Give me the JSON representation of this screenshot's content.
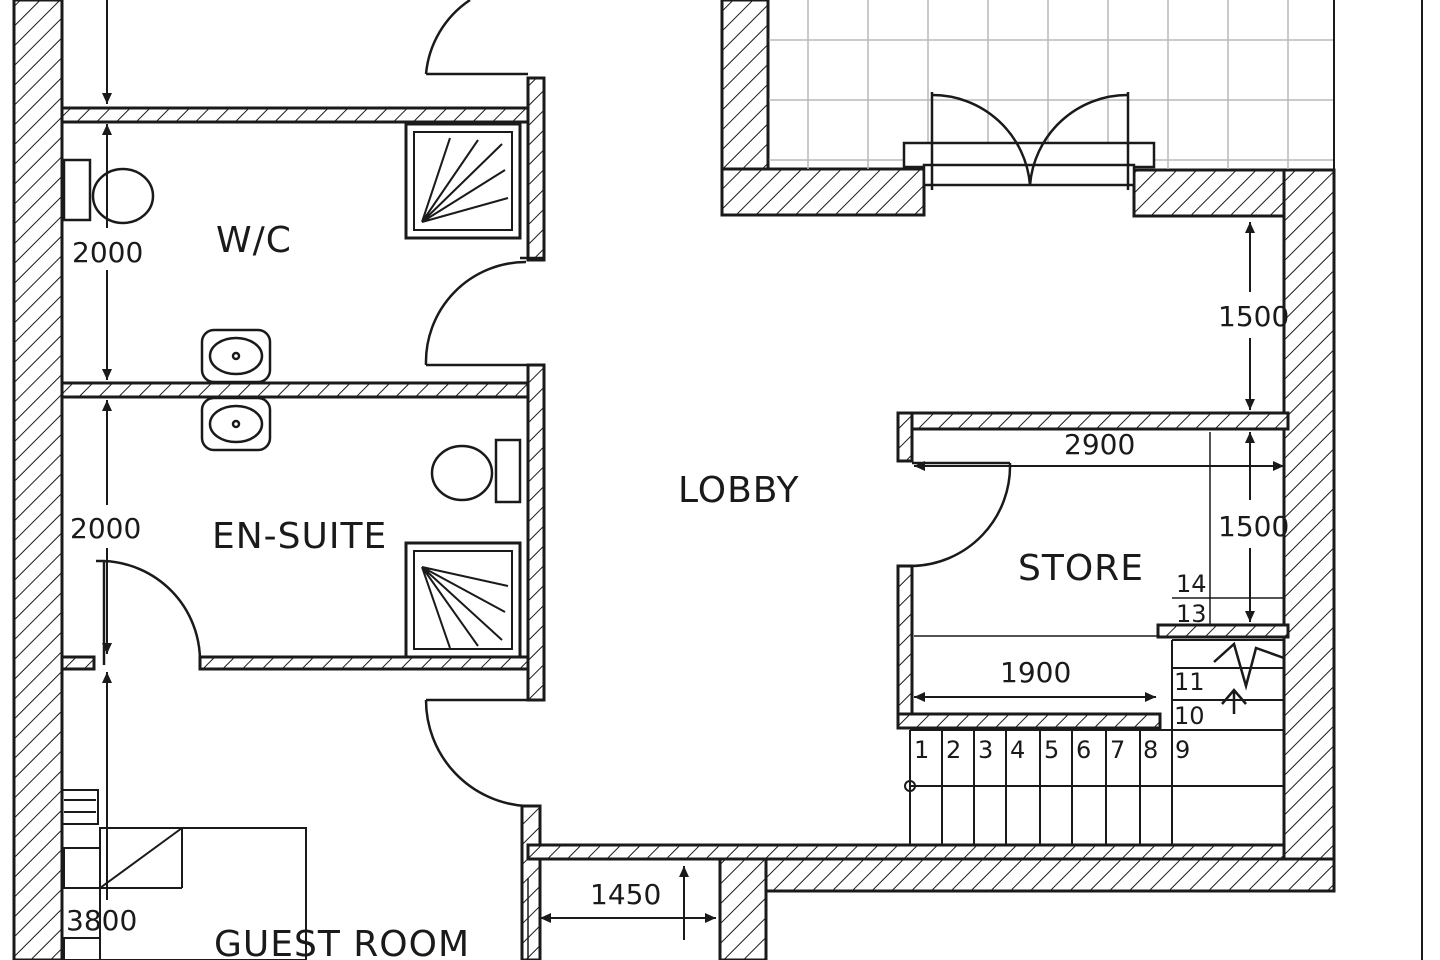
{
  "rooms": {
    "wc": "W/C",
    "ensuite": "EN-SUITE",
    "lobby": "LOBBY",
    "store": "STORE",
    "guest_room": "GUEST ROOM"
  },
  "dimensions": {
    "wc_height": "2000",
    "ensuite_height": "2000",
    "guest_height": "3800",
    "lobby_right_upper": "1500",
    "store_right": "1500",
    "store_width": "2900",
    "stair_width": "1900",
    "bottom_width": "1450"
  },
  "stairs": {
    "steps": [
      "1",
      "2",
      "3",
      "4",
      "5",
      "6",
      "7",
      "8",
      "9",
      "10",
      "11",
      "13",
      "14"
    ]
  },
  "colors": {
    "ink": "#1a1a1a",
    "tile_grid": "#b8b8b8",
    "paper": "#ffffff"
  }
}
